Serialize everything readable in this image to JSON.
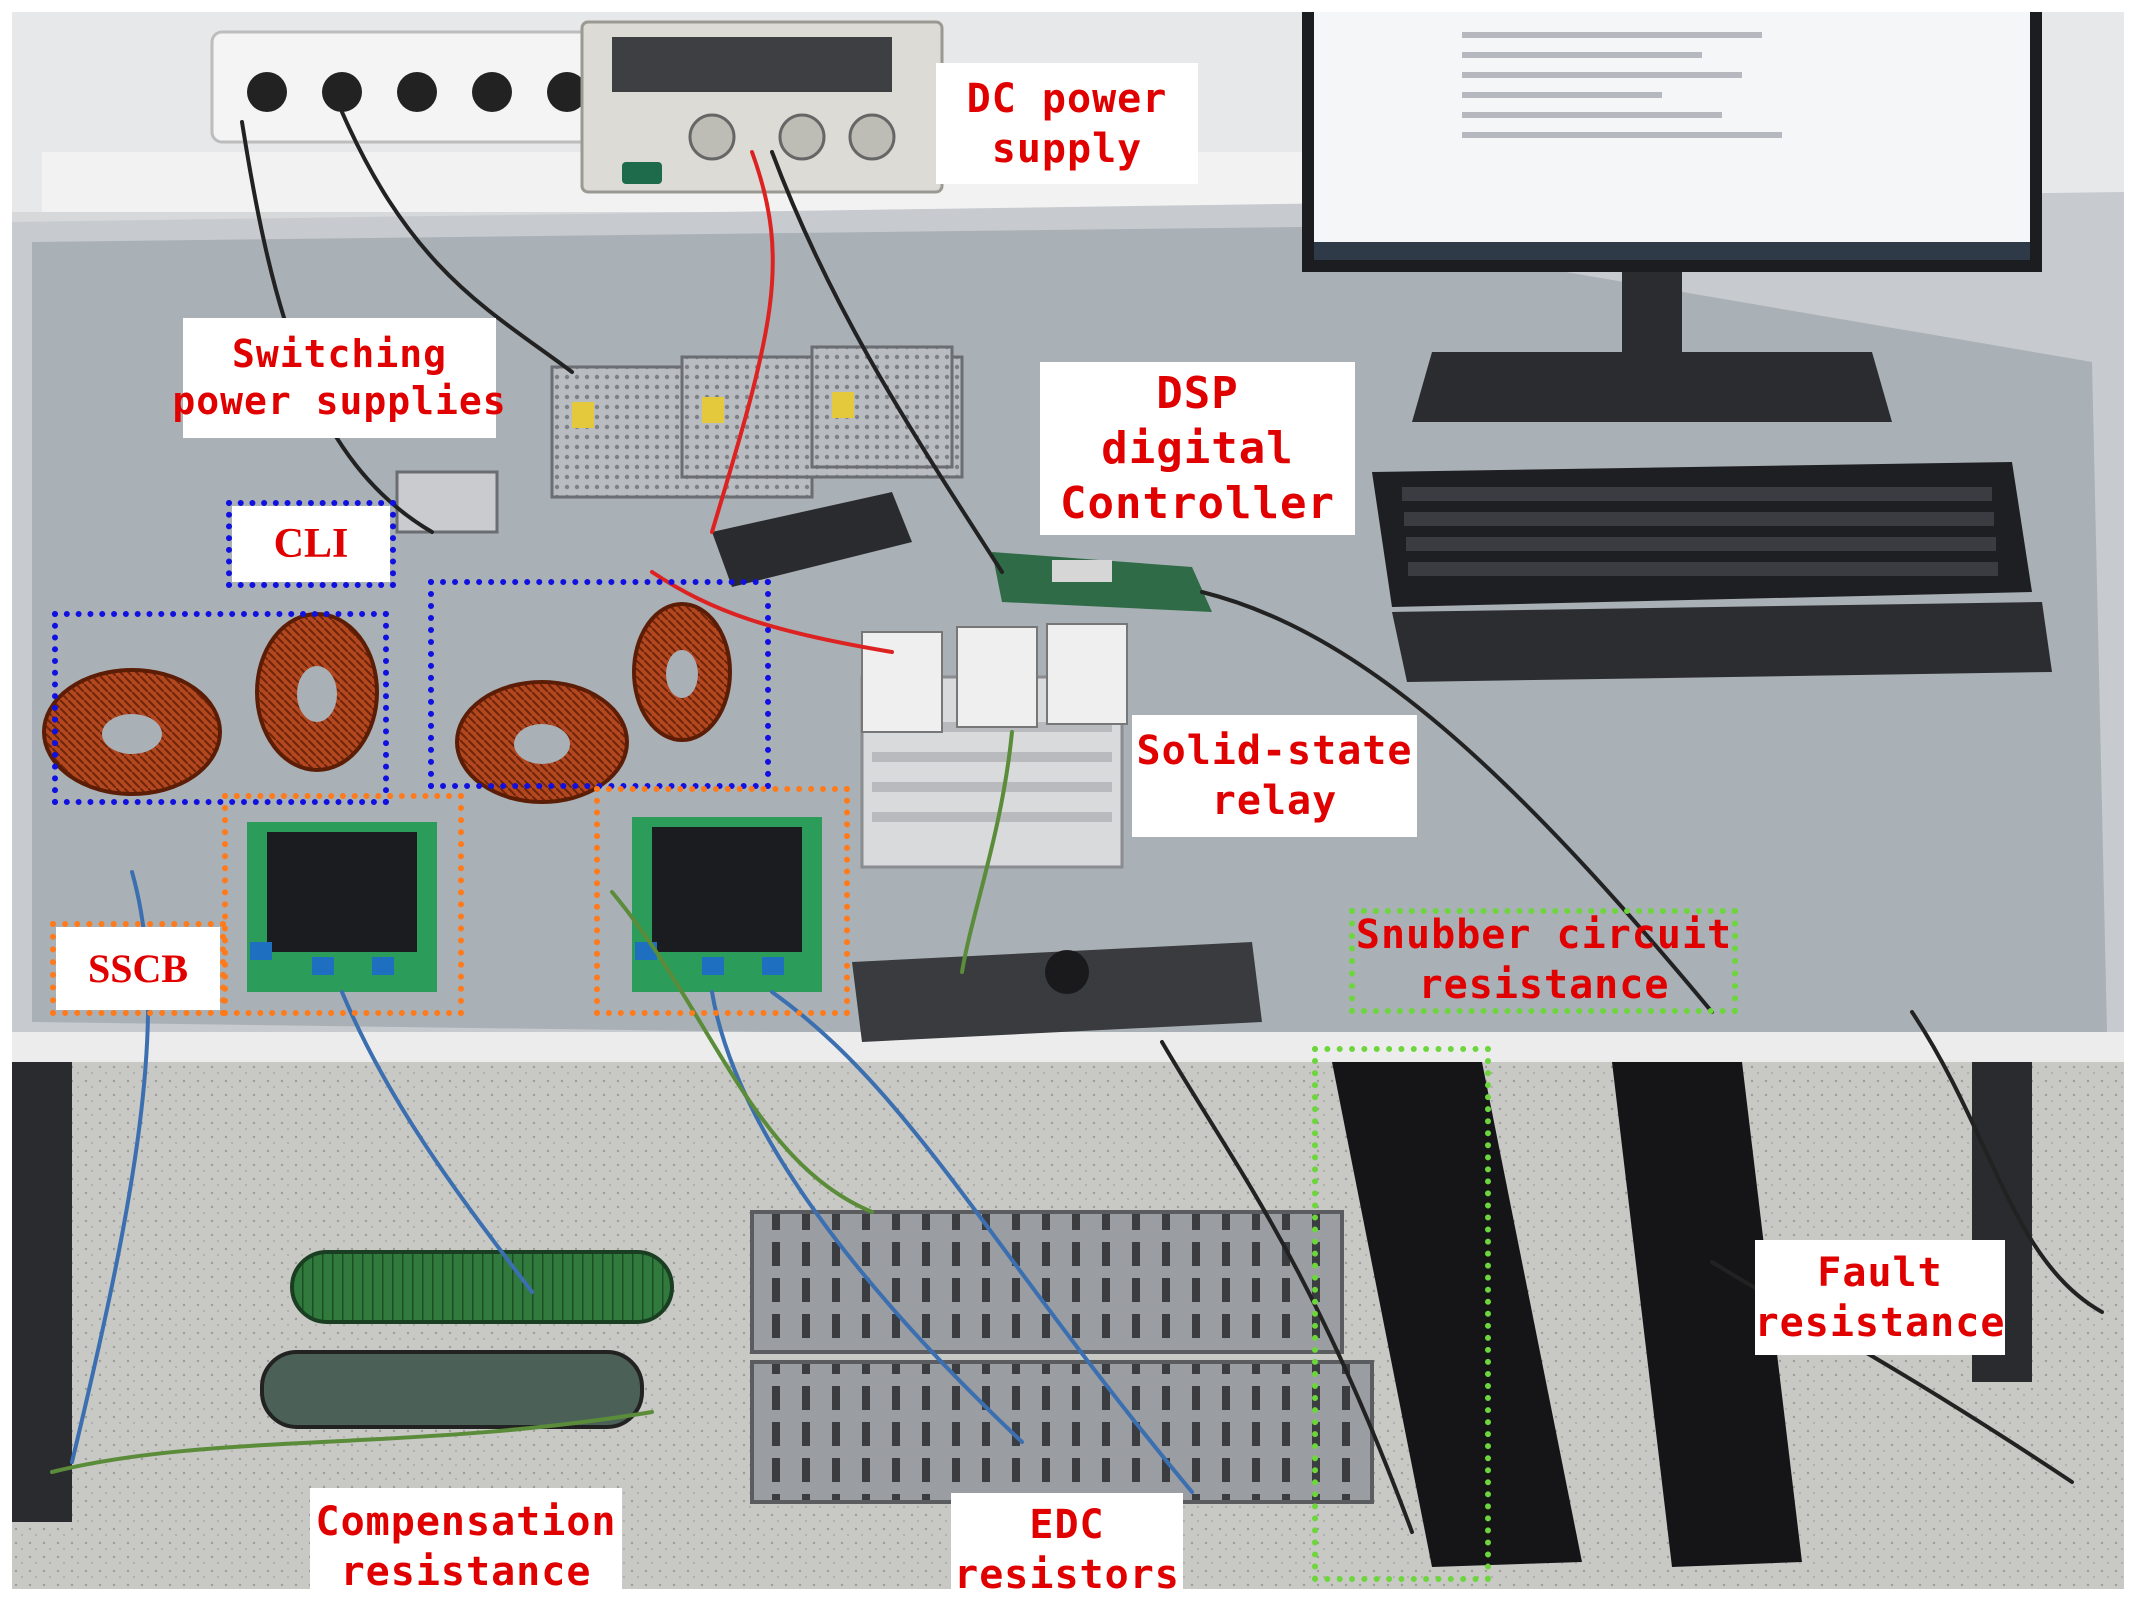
{
  "labels": {
    "dc_power_supply": [
      "DC power",
      "supply"
    ],
    "switching_power_supplies": [
      "Switching",
      "power supplies"
    ],
    "dsp_controller": [
      "DSP",
      "digital",
      "Controller"
    ],
    "cli": "CLI",
    "solid_state_relay": [
      "Solid-state",
      "relay"
    ],
    "sscb": "SSCB",
    "snubber_circuit_resistance": [
      "Snubber circuit",
      "resistance"
    ],
    "fault_resistance": [
      "Fault",
      "resistance"
    ],
    "compensation_resistance": [
      "Compensation",
      "resistance"
    ],
    "edc_resistors": [
      "EDC",
      "resistors"
    ]
  },
  "colors": {
    "label_text": "#e00000",
    "cli_box": "#1010e0",
    "sscb_box": "#ff7a1a",
    "snubber_box": "#6cd63c"
  }
}
